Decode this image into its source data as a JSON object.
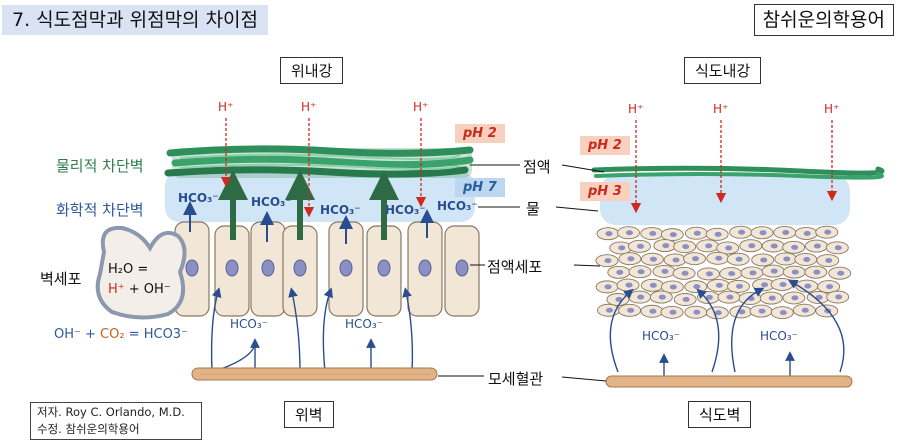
{
  "title": "7. 식도점막과 위점막의 차이점",
  "brand": "참쉬운의학용어",
  "credit": {
    "line1": "저자. Roy C. Orlando, M.D.",
    "line2": "수정. 참쉬운의학용어"
  },
  "stomach": {
    "lumen_label": "위내강",
    "wall_label": "위벽",
    "physical_barrier": "물리적 차단벽",
    "chemical_barrier": "화학적 차단벽",
    "parietal_cell": "벽세포",
    "reaction_1": "H₂O =",
    "h_plus": "H⁺",
    "plus_oh": "+ OH⁻",
    "co2_eq_left": "OH⁻ + ",
    "co2": "CO₂",
    "co2_eq_right": " = HCO3⁻",
    "ph_mucus": "pH 2",
    "ph_water": "pH 7",
    "h_ion": "H⁺",
    "hco3_surface": [
      "HCO₃⁻",
      "HCO₃⁻",
      "HCO₃⁻",
      "HCO₃⁻",
      "HCO₃⁻"
    ],
    "hco3_blood": [
      "HCO₃⁻",
      "HCO₃⁻"
    ]
  },
  "esophagus": {
    "lumen_label": "식도내강",
    "wall_label": "식도벽",
    "ph_mucus": "pH 2",
    "ph_water": "pH 3",
    "h_ion": "H⁺",
    "hco3_blood": [
      "HCO₃⁻",
      "HCO₃⁻"
    ]
  },
  "center_labels": {
    "mucus": "점액",
    "water": "물",
    "mucous_cell": "점액세포",
    "capillary": "모세혈관"
  },
  "colors": {
    "mucus_green": "#2e8f5a",
    "water_blue": "#a9cfec",
    "cell_fill": "#f2e6d6",
    "nucleus": "#8a8fc4",
    "arrow_red": "#d0281d",
    "arrow_blue": "#2a4d8f",
    "capillary": "#e2b386"
  }
}
